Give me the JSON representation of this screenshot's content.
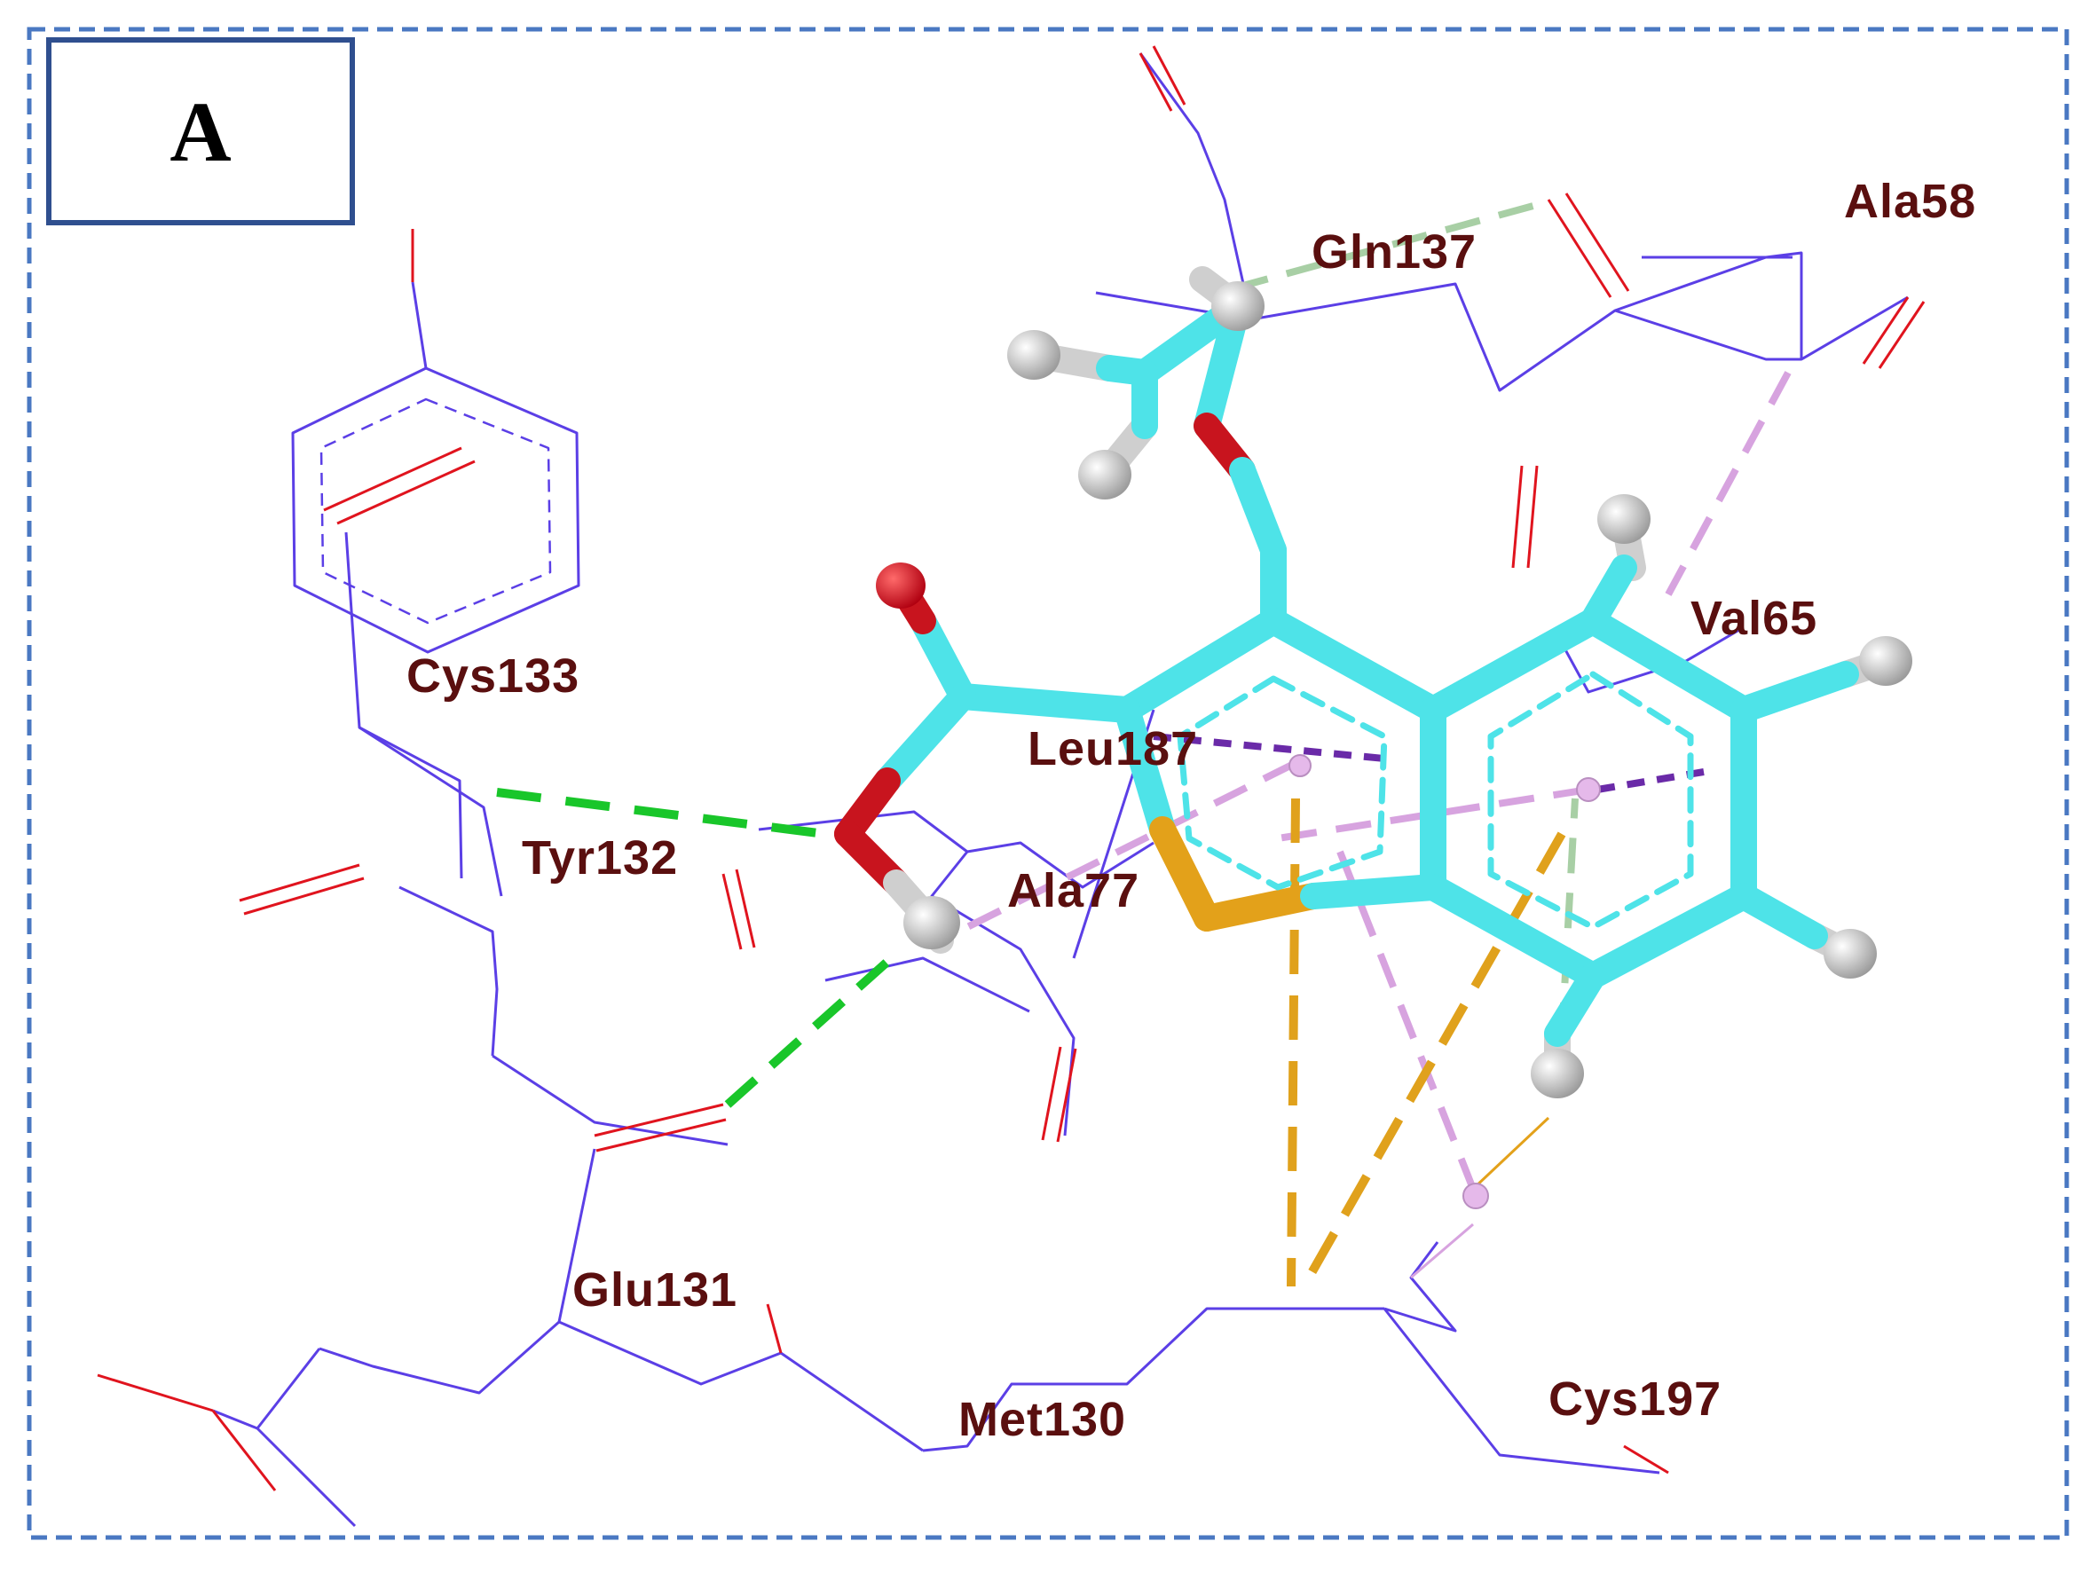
{
  "panel": {
    "letter": "A"
  },
  "colors": {
    "frame_border": "#4a78c2",
    "panel_box_border": "#2f4f8f",
    "residue_wire": "#5b3fe6",
    "oxygen": "#e0141e",
    "ligand_carbon": "#4ee3e8",
    "ligand_oxygen": "#c8141e",
    "ligand_sulfur": "#e3a11a",
    "hydrogen": "#cfcfcf",
    "label_text": "#5a0f0f",
    "hbond_conventional": "#19c62a",
    "carbon_hbond": "#a8cfa5",
    "pi_alkyl": "#d7a3df",
    "pi_sigma": "#6a2aa8",
    "pi_sulfur": "#e0a11c",
    "centroid": "#e5b9ea"
  },
  "residues": [
    {
      "id": "ala58",
      "label": "Ala58"
    },
    {
      "id": "gln137",
      "label": "Gln137"
    },
    {
      "id": "val65",
      "label": "Val65"
    },
    {
      "id": "cys133",
      "label": "Cys133"
    },
    {
      "id": "leu187",
      "label": "Leu187"
    },
    {
      "id": "tyr132",
      "label": "Tyr132"
    },
    {
      "id": "ala7",
      "label": "Ala77"
    },
    {
      "id": "glu131",
      "label": "Glu131"
    },
    {
      "id": "met130",
      "label": "Met130"
    },
    {
      "id": "cys197",
      "label": "Cys197"
    }
  ]
}
